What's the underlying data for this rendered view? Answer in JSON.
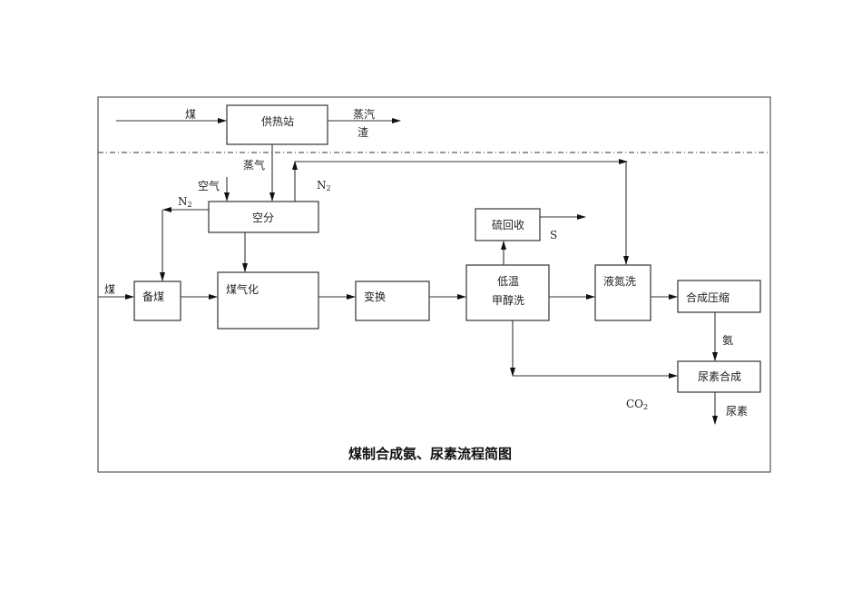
{
  "title": "煤制合成氨、尿素流程简图",
  "units": {
    "heat_station": "供热站",
    "air_separation": "空分",
    "coal_prep": "备煤",
    "gasification": "煤气化",
    "shift": "变换",
    "rectisol_line1": "低温",
    "rectisol_line2": "甲醇洗",
    "sulfur_recovery": "硫回收",
    "nitrogen_wash": "液氮洗",
    "synthesis_compression": "合成压缩",
    "urea_synthesis": "尿素合成"
  },
  "streams": {
    "coal_to_heat": "煤",
    "steam_out": "蒸汽",
    "slag": "渣",
    "steam": "蒸气",
    "air": "空气",
    "n2_left": "N",
    "n2_left_sub": "2",
    "n2_right": "N",
    "n2_right_sub": "2",
    "coal_feed": "煤",
    "sulfur": "S",
    "ammonia": "氨",
    "co2": "CO",
    "co2_sub": "2",
    "urea": "尿素"
  }
}
